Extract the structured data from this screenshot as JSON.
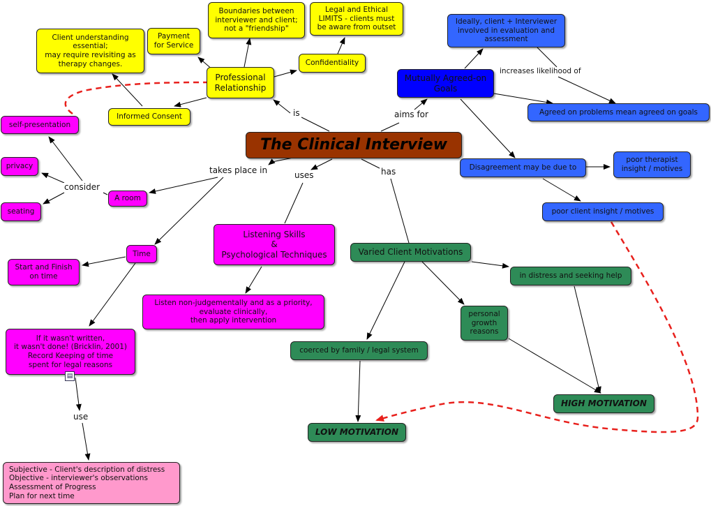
{
  "title": "The Clinical Interview",
  "nodes": {
    "client_understanding": "Client understanding\nessential;\nmay require revisiting as\ntherapy changes.",
    "payment": "Payment\nfor Service",
    "boundaries": "Boundaries between\ninterviewer and client;\nnot a \"friendship\"",
    "legal_limits": "Legal and Ethical\nLIMITS - clients must\nbe aware from outset",
    "confidentiality": "Confidentiality",
    "professional_relationship": "Professional\nRelationship",
    "informed_consent": "Informed Consent",
    "self_presentation": "self-presentation",
    "privacy": "privacy",
    "seating": "seating",
    "a_room": "A room",
    "time": "Time",
    "start_finish": "Start and Finish\non time",
    "if_not_written": "If it wasn't written,\nit wasn't done! (Bricklin, 2001)\nRecord Keeping of time\nspent for legal reasons",
    "soap": "Subjective - Client's description of distress\nObjective - interviewer's observations\nAssessment of Progress\nPlan for next time",
    "listening_skills": "Listening Skills\n&\nPsychological Techniques",
    "listen_non_judgementally": "Listen non-judgementally and as a priority,\nevaluate clinically,\nthen apply intervention",
    "varied_motivations": "Varied Client Motivations",
    "coerced": "coerced by family / legal system",
    "personal_growth": "personal\ngrowth\nreasons",
    "in_distress": "in distress and seeking help",
    "low_motivation": "LOW MOTIVATION",
    "high_motivation": "HIGH MOTIVATION",
    "mutual_goals": "Mutually Agreed-on\nGoals",
    "ideally_client": "Ideally, client + Interviewer\ninvolved in evaluation and\nassessment",
    "agreed_problems": "Agreed on problems mean agreed on goals",
    "disagreement": "Disagreement may be due to",
    "poor_therapist": "poor therapist\ninsight / motives",
    "poor_client": "poor client insight / motives"
  },
  "links": {
    "is": "is",
    "takes_place_in": "takes place in",
    "uses": "uses",
    "has": "has",
    "aims_for": "aims for",
    "consider": "consider",
    "use": "use",
    "increases_likelihood": "increases likelihood of"
  },
  "colors": {
    "yellow": "#ffff00",
    "blue": "#3366ff",
    "royal_blue": "#0000ff",
    "magenta": "#ff00ff",
    "light_pink": "#ff99cc",
    "green": "#2e8b57",
    "brown": "#993300",
    "dashed_link": "#e8201c"
  },
  "icons": {
    "attachment": "document-attachment-icon"
  }
}
